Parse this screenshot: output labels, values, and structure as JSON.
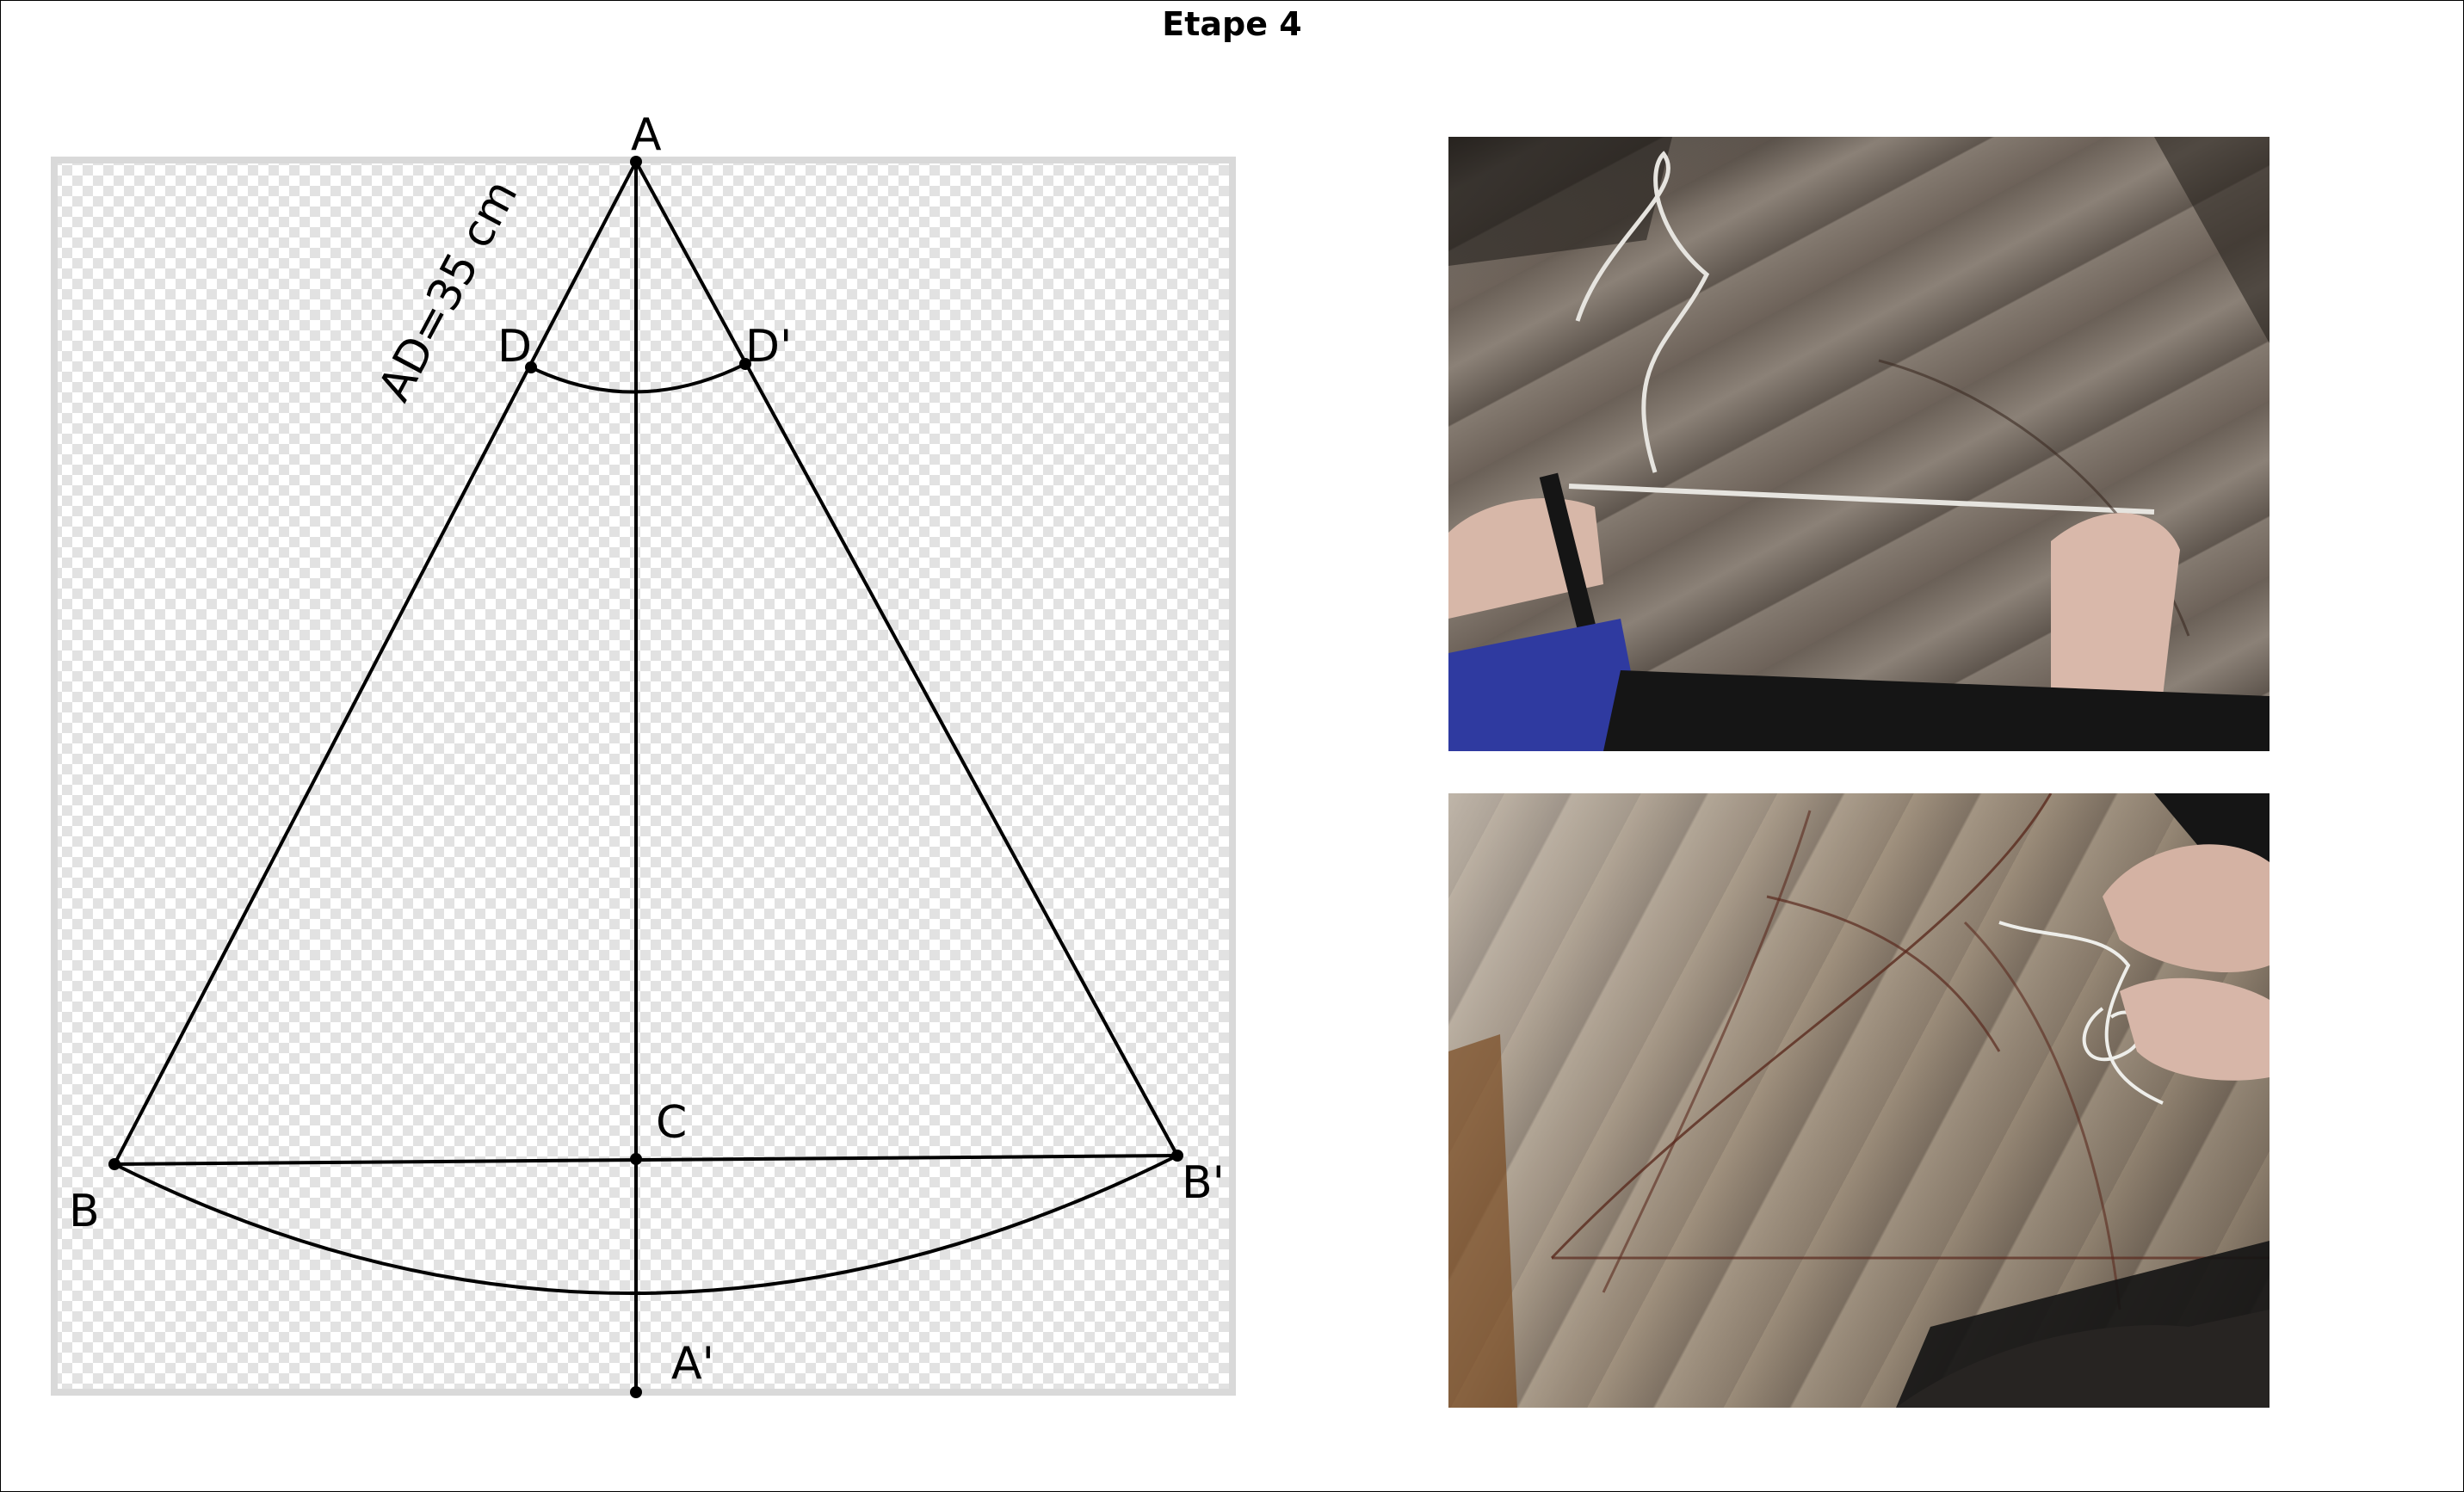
{
  "title": "Etape 4",
  "diagram": {
    "points": {
      "A": "A",
      "D": "D",
      "D_prime": "D'",
      "C": "C",
      "B": "B",
      "B_prime": "B'",
      "A_prime": "A'"
    },
    "dimension_label": "AD=35 cm"
  },
  "colors": {
    "line": "#000000",
    "checker_light": "#ffffff",
    "checker_dark": "#e2e2e2",
    "board_border": "#d9d9d9"
  },
  "photos": {
    "top": "photo-string-held-taut-with-marker",
    "bottom": "photo-hands-tying-string-on-drawn-sheet"
  }
}
